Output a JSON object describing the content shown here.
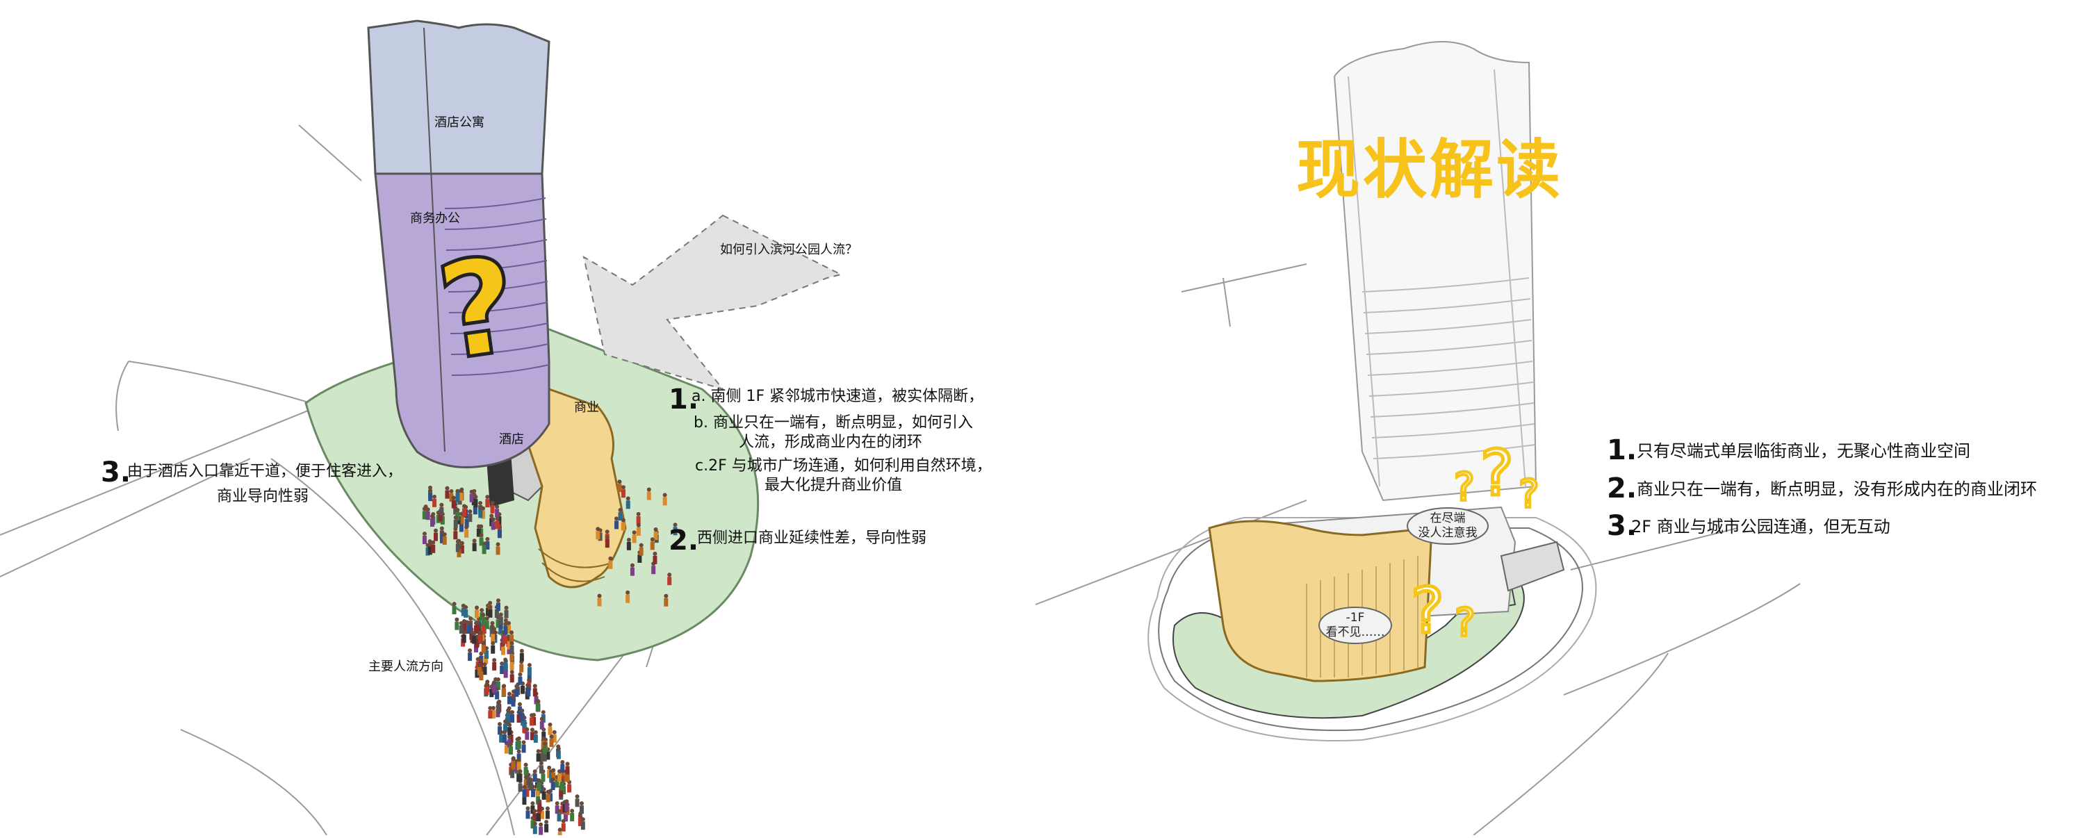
{
  "left_panel": {
    "tower_labels": {
      "hotel_apartment": "酒店公寓",
      "business_office": "商务办公",
      "hotel": "酒店",
      "commercial": "商业"
    },
    "arrow_question": "如何引入滨河公园人流？",
    "flow_label": "主要人流方向",
    "point1": {
      "number": "1.",
      "line_a": "a. 南侧 1F 紧邻城市快速道，被实体隔断，",
      "line_b1": "b. 商业只在一端有，断点明显，如何引入",
      "line_b2": "人流，形成商业内在的闭环",
      "line_c1": "c.2F 与城市广场连通，如何利用自然环境，",
      "line_c2": "最大化提升商业价值"
    },
    "point2": {
      "number": "2.",
      "text": "西侧进口商业延续性差，导向性弱"
    },
    "point3": {
      "number": "3.",
      "line1": "由于酒店入口靠近干道，便于住客进入，",
      "line2": "商业导向性弱"
    }
  },
  "right_panel": {
    "title": "现状解读",
    "bubble_top": {
      "line1": "在尽端",
      "line2": "没人注意我"
    },
    "bubble_mid": {
      "line1": "-1F",
      "line2": "看不见……"
    },
    "items": [
      {
        "number": "1.",
        "text": "只有尽端式单层临街商业，无聚心性商业空间"
      },
      {
        "number": "2.",
        "text": "商业只在一端有，断点明显，没有形成内在的商业闭环"
      },
      {
        "number": "3.",
        "text": "2F 商业与城市公园连通，但无互动"
      }
    ]
  },
  "colors": {
    "tower_top": "#c4cce2",
    "tower_purple": "#b7a8d8",
    "commercial": "#f3d690",
    "plaza_green": "#cfe6c8",
    "question_yellow": "#f5c518",
    "title_yellow": "#f7c21a"
  }
}
